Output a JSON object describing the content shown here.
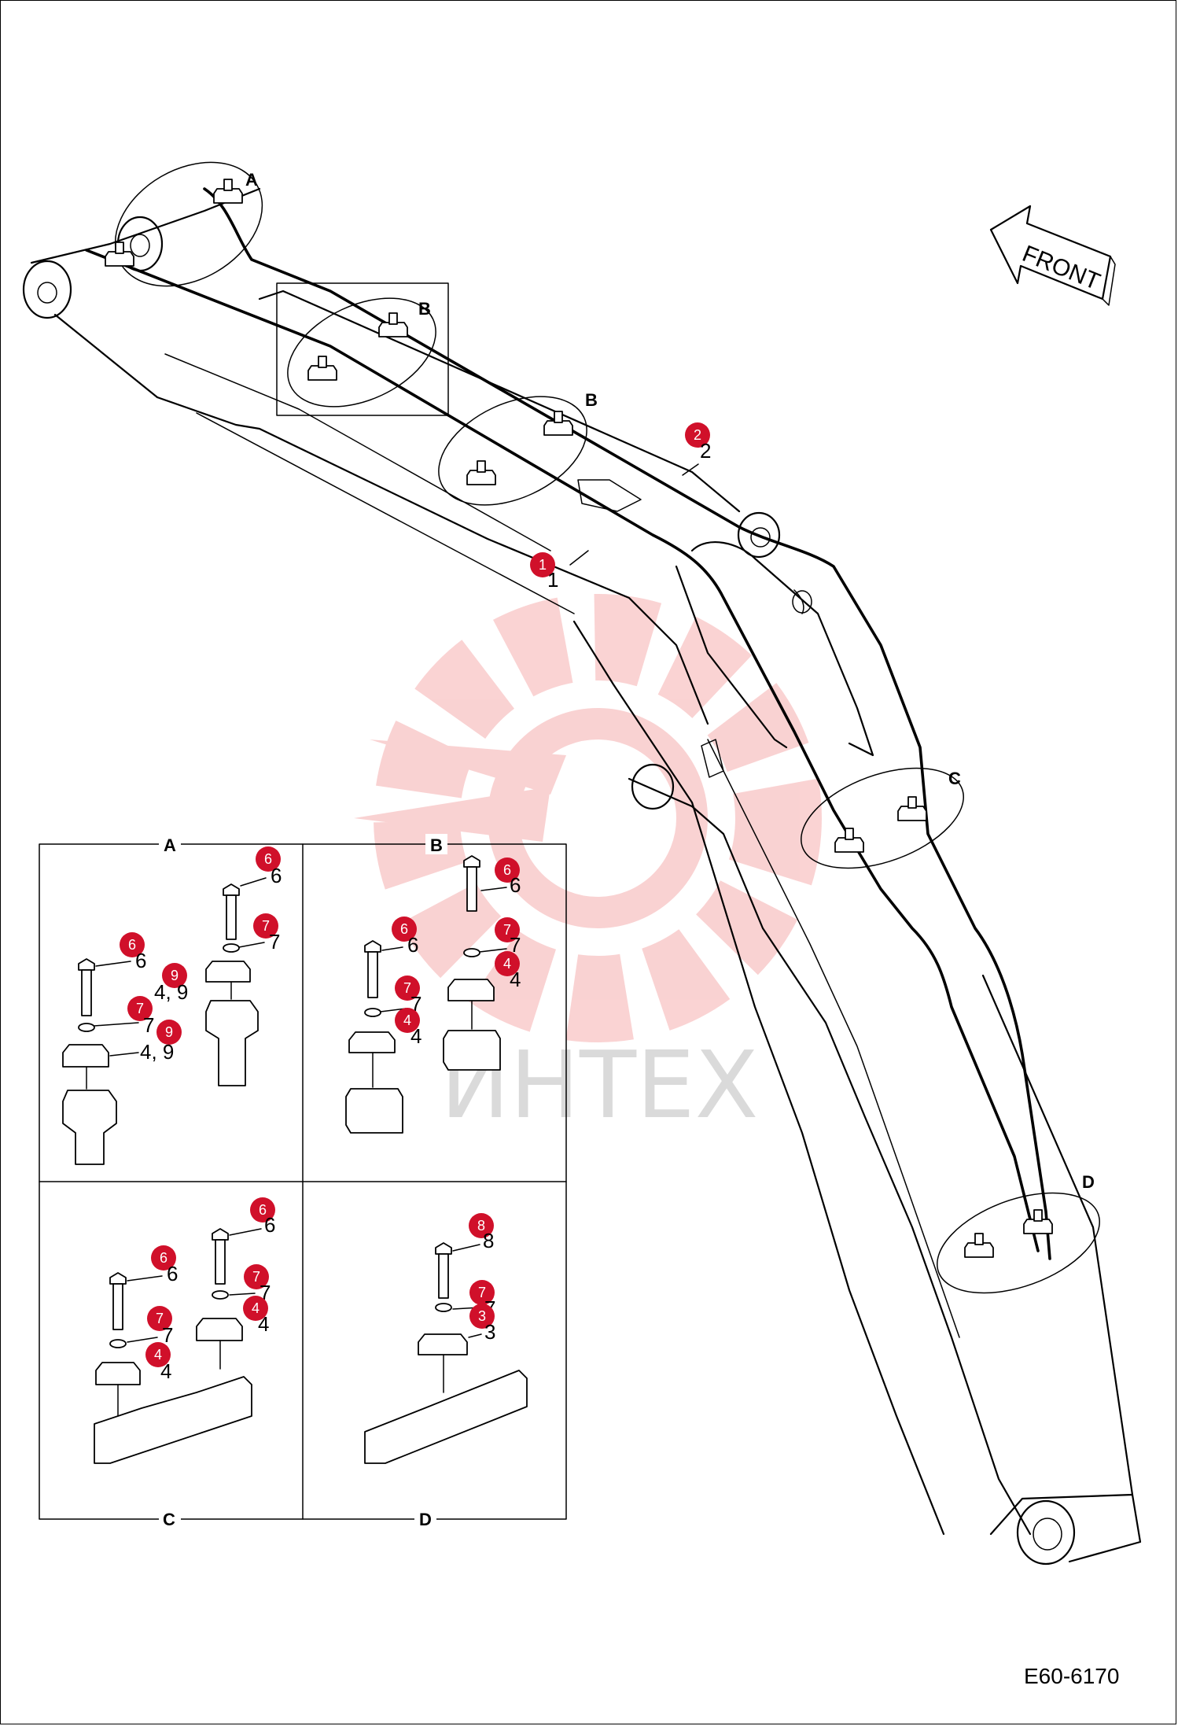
{
  "drawing_code": "E60-6170",
  "direction_label": "FRONT",
  "watermark_text": "ИНТЕХ",
  "detail_labels": {
    "A": "A",
    "B": "B",
    "C": "C",
    "D": "D"
  },
  "callouts": {
    "c1": "1",
    "c2": "2",
    "c3": "3",
    "c4": "4",
    "c6": "6",
    "c7": "7",
    "c8": "8",
    "c9": "9"
  },
  "part_refs": {
    "r1": "1",
    "r2": "2",
    "r3": "3",
    "r4": "4",
    "r49": "4, 9",
    "r6": "6",
    "r7": "7",
    "r8": "8"
  },
  "colors": {
    "callout": "#d0102a",
    "watermark": "#f08080"
  }
}
